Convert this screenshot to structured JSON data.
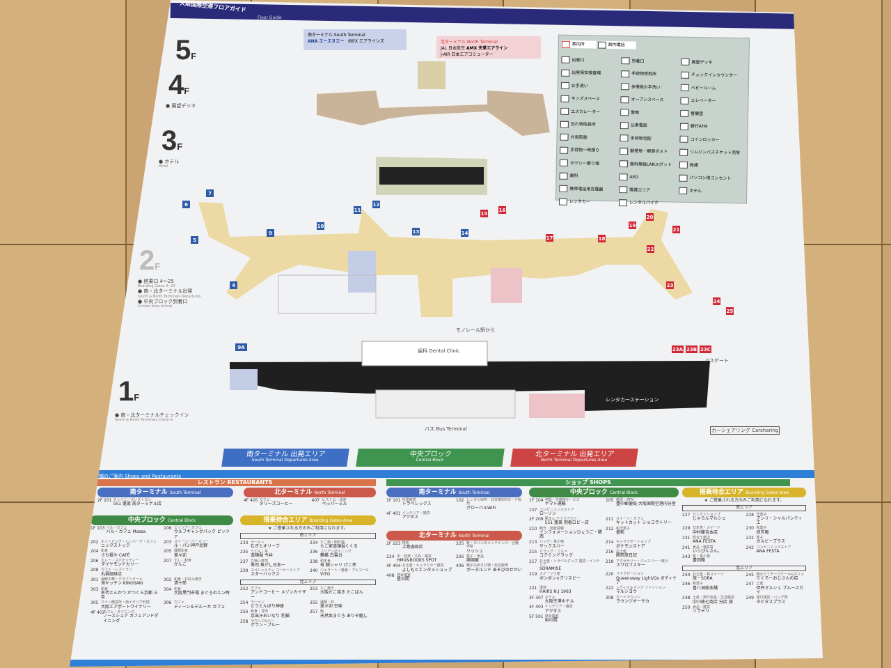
{
  "header": {
    "title": "大阪国際空港フロアガイド",
    "subtitle": "Floor Guide"
  },
  "floors": [
    {
      "level": "5",
      "suffix": "F",
      "notes": []
    },
    {
      "level": "4",
      "suffix": "F",
      "notes": [
        {
          "ja": "展望デッキ",
          "en": ""
        }
      ]
    },
    {
      "level": "3",
      "suffix": "F",
      "notes": [
        {
          "ja": "ホテル",
          "en": "Hotel"
        }
      ]
    },
    {
      "level": "2",
      "suffix": "F",
      "notes": [
        {
          "ja": "搭乗口 4〜25",
          "en": "Boarding Gates 4~25"
        },
        {
          "ja": "南・北ターミナル出発",
          "en": "South & North Terminals Departures"
        },
        {
          "ja": "中央ブロック到着口",
          "en": "Central Area Arrival"
        }
      ]
    },
    {
      "level": "1",
      "suffix": "F",
      "notes": [
        {
          "ja": "南・北ターミナルチェックイン",
          "en": "South & North Terminals Check-in"
        }
      ]
    }
  ],
  "airlines": {
    "south": {
      "title": "南ターミナル South Terminal",
      "items": [
        "ANA エーエヌエー",
        "IBEX エアラインズ"
      ]
    },
    "north": {
      "title": "北ターミナル North Terminal",
      "items": [
        "JAL 日本航空",
        "J-AIR 日本エアコミューター",
        "AMX 天草エアライン"
      ]
    }
  },
  "legend": {
    "top": [
      "案内所",
      "館内電話"
    ],
    "items": [
      "出発口",
      "到着口",
      "展望デッキ",
      "出発保安検査場",
      "手荷物受取所",
      "チェックインカウンター",
      "お手洗い",
      "多機能お手洗い",
      "ベビールーム",
      "キッズスペース",
      "オープンスペース",
      "エレベーター",
      "エスカレーター",
      "警察",
      "警備室",
      "忘れ物取扱所",
      "公衆電話",
      "銀行ATM",
      "外貨両替",
      "手荷物宅配",
      "コインロッカー",
      "手荷物一時預り",
      "郵便局・郵便ポスト",
      "リムジンバスチケット売場",
      "タクシー乗り場",
      "無料無線LANスポット",
      "救護",
      "歯科",
      "AED",
      "パソコン用コンセント",
      "携帯電話用充電器",
      "喫煙エリア",
      "ホテル",
      "レンタカー",
      "レンタルバイク"
    ]
  },
  "gates": {
    "south": [
      "4",
      "5",
      "6",
      "7",
      "9",
      "10",
      "11",
      "12",
      "13",
      "14"
    ],
    "north": [
      "15",
      "16",
      "17",
      "18",
      "19",
      "20",
      "21",
      "22",
      "23",
      "24",
      "25"
    ],
    "bus": [
      "23A",
      "23B",
      "23C",
      "9A"
    ]
  },
  "map_labels": {
    "bus_gate": "バスゲート",
    "carsharing": "カーシェアリング Carsharing",
    "rental_car": "レンタカーステーション",
    "bus_terminal": "バス Bus Terminal",
    "monorail": "モノレール駅から",
    "clinic": "歯科 Dental Clinic"
  },
  "areas": [
    {
      "ja": "南ターミナル 出発エリア",
      "en": "South Terminal Departures Area",
      "color": "#3e6fc4"
    },
    {
      "ja": "中央ブロック",
      "en": "Central Block",
      "color": "#3f9550"
    },
    {
      "ja": "北ターミナル 出発エリア",
      "en": "North Terminal Departures Area",
      "color": "#cc4444"
    }
  ],
  "directory": {
    "title": "店舗のご案内 Shops and Restaurants",
    "restaurants_label": "レストラン RESTAURANTS",
    "shops_label": "ショップ SHOPS",
    "gates_note": "★ ご搭乗される方のみご利用になれます。",
    "restaurants": [
      {
        "title": "南ターミナル",
        "en": "South Terminal",
        "color": "#4a6fc0",
        "entries": [
          {
            "n": "2F 201",
            "c": "チャイニーズレストラン",
            "nm": "551 蓬莱 南ターミナル店"
          }
        ]
      },
      {
        "title": "北ターミナル",
        "en": "North Terminal",
        "color": "#cc5a4a",
        "entries": [
          {
            "n": "4F 405",
            "c": "カフェ",
            "nm": "タリーズコーヒー"
          },
          {
            "n": "407",
            "c": "ビストロ・洋食",
            "nm": "ペッパーミル"
          }
        ]
      },
      {
        "title": "中央ブロック",
        "en": "Central Block",
        "color": "#3f8a45",
        "entries": [
          {
            "n": "1F 103",
            "c": "バル・カフェ",
            "nm": "バル・カフェ Massa"
          },
          {
            "n": "106",
            "c": "ピッツア・カフェ",
            "nm": "ウルフギャングパック ピッツァ"
          },
          {
            "n": "202",
            "c": "ホットドッグ・ハンバーグ・カフェ",
            "nm": "ニックストック"
          },
          {
            "n": "203",
            "c": "スイーツ・ベーカリー",
            "nm": "ル・パン神戸北野"
          },
          {
            "n": "204",
            "c": "和食",
            "nm": "さち福や CAFÉ"
          },
          {
            "n": "205",
            "c": "麺類和食",
            "nm": "美々卯"
          },
          {
            "n": "206",
            "c": "カレー・スパゲッティー",
            "nm": "ダイヤモンドカリー"
          },
          {
            "n": "207",
            "c": "すし・和食",
            "nm": "がんこ"
          },
          {
            "n": "208",
            "c": "カフェ・レストラン",
            "nm": "丸福珈琲店"
          },
          {
            "n": "",
            "c": "",
            "nm": ""
          },
          {
            "n": "301",
            "c": "海鮮中華・クラフトビール",
            "nm": "海キッチン KINOSAKI"
          },
          {
            "n": "302",
            "c": "和食・お好み焼き",
            "nm": "清十郎"
          },
          {
            "n": "303",
            "c": "和食",
            "nm": "名代とんかつ かつくら京都 三条"
          },
          {
            "n": "304",
            "c": "和食",
            "nm": "大阪黒門市場 まぐろのエン時"
          },
          {
            "n": "305",
            "c": "ワイン醸造所・南イタリア料理",
            "nm": "大阪エアポートワイナリー"
          },
          {
            "n": "306",
            "c": "カフェ",
            "nm": "ディーン＆デルーカ カフェ"
          },
          {
            "n": "4F 402",
            "c": "カフェ・ダイニング",
            "nm": "ノースショア カフェアンドダイニング"
          }
        ]
      },
      {
        "title": "搭乗待合エリア",
        "en": "Boarding Gates Area",
        "color": "#d8b42a",
        "subs": [
          {
            "label": "南エリア",
            "entries": [
              {
                "n": "233",
                "c": "ラーメン",
                "nm": "むぎとオリーブ"
              },
              {
                "n": "234",
                "c": "たこ焼・明石焼",
                "nm": "たこ家道頓堀くくる"
              },
              {
                "n": "235",
                "c": "うどん・丼",
                "nm": "道頓堀 今井"
              },
              {
                "n": "236",
                "c": "コリアンダイニング",
                "nm": "鶴橋 白雲台"
              },
              {
                "n": "237",
                "c": "立喰い寿司",
                "nm": "寿司 魚がし日本一"
              },
              {
                "n": "238",
                "c": "和定食",
                "nm": "寿 銀シャリ げこ亭"
              },
              {
                "n": "239",
                "c": "スペシャルティ コーヒーストア",
                "nm": "スターバックス"
              },
              {
                "n": "240",
                "c": "ジェラート・軽食・アルコール",
                "nm": "VITO"
              }
            ]
          },
          {
            "label": "北エリア",
            "entries": [
              {
                "n": "252",
                "c": "カフェ",
                "nm": "アンドコーヒー メゾンカイザー"
              },
              {
                "n": "253",
                "c": "たこ焼き",
                "nm": "大阪たこ焼き たこばん"
              },
              {
                "n": "254",
                "c": "ラーメン",
                "nm": "どうとんぼり神座"
              },
              {
                "n": "255",
                "c": "麺類・丼",
                "nm": "美々卯 空味"
              },
              {
                "n": "256",
                "c": "和食・甘味",
                "nm": "京出汁おいなり 豹猫"
              },
              {
                "n": "257",
                "c": "鮨",
                "nm": "天然本まぐろ ありそ鮨し"
              },
              {
                "n": "258",
                "c": "ラウンジ&バー",
                "nm": "グラン・ブルー"
              }
            ]
          }
        ]
      }
    ],
    "shops": [
      {
        "title": "南ターミナル",
        "en": "South Terminal",
        "color": "#4a6fc0",
        "entries": [
          {
            "n": "1F 101",
            "c": "内国両替",
            "nm": "トラベレックス"
          },
          {
            "n": "102",
            "c": "レンタルWiFi・日本用SIMカード販売",
            "nm": "グローバルWiFi"
          },
          {
            "n": "4F 401",
            "c": "インテリア・雑貨",
            "nm": "アクタス"
          }
        ]
      },
      {
        "title": "北ターミナル",
        "en": "North Terminal",
        "color": "#cc5a4a",
        "entries": [
          {
            "n": "2F 223",
            "c": "喫茶",
            "nm": "上島珈琲店"
          },
          {
            "n": "225",
            "c": "靴・カバンのメンテナンス・合鍵作製",
            "nm": "リッシュ"
          },
          {
            "n": "224",
            "c": "本・音楽・文具・雑貨",
            "nm": "HMV&BOOKS SPOT"
          },
          {
            "n": "226",
            "c": "菓子・食品",
            "nm": "諸國屋"
          },
          {
            "n": "4F 404",
            "c": "お土産・キャラクター雑貨",
            "nm": "よしもとエンタメショップ"
          },
          {
            "n": "406",
            "c": "親子のあそび場・玩具販売",
            "nm": "ボーネルンド あそびのせかい"
          },
          {
            "n": "408",
            "c": "貸会議室",
            "nm": "星の間"
          }
        ]
      },
      {
        "title": "中央ブロック",
        "en": "Central Block",
        "color": "#3f8a45",
        "entries": [
          {
            "n": "1F 104",
            "c": "宅配・手荷物サービス",
            "nm": "ヤマト運輸"
          },
          {
            "n": "105",
            "c": "郵便・ATM",
            "nm": "豊中郵便局 大阪国際空港内分室"
          },
          {
            "n": "107",
            "c": "コンビニエンスストア",
            "nm": "ローソン"
          },
          {
            "n": "",
            "c": "",
            "nm": ""
          },
          {
            "n": "2F 209",
            "c": "豚まん テイクアウト",
            "nm": "551 蓬莱 到着ロビー店"
          },
          {
            "n": "211",
            "c": "スイーツ・カフェ",
            "nm": "キットカット ショコラトリー"
          },
          {
            "n": "210",
            "c": "観光・物産情報",
            "nm": "インフォメーションひょうご・関西"
          },
          {
            "n": "212",
            "c": "和洋菓子",
            "nm": "墨粉"
          },
          {
            "n": "213",
            "c": "バッグ・革小物",
            "nm": "サックスバー"
          },
          {
            "n": "214",
            "c": "キャラクターショップ",
            "nm": "ポケモンストア"
          },
          {
            "n": "215",
            "c": "ドラッグ・コスメ",
            "nm": "コクミンドラッグ"
          },
          {
            "n": "216",
            "c": "お土産",
            "nm": "関西旅日記"
          },
          {
            "n": "217",
            "c": "お土産・トラベルグッズ 雑貨・インテリア",
            "nm": "SORAMISE"
          },
          {
            "n": "218",
            "c": "アクセサリー・ジュエリー・時計",
            "nm": "スワロフスキー"
          },
          {
            "n": "219",
            "c": "スイーツ土産",
            "nm": "ボンボン×クリスピー"
          },
          {
            "n": "220",
            "c": "リラクゼーション",
            "nm": "Queensway Light/Qs ボディケア"
          },
          {
            "n": "221",
            "c": "理容",
            "nm": "HAIRS N.J 1963"
          },
          {
            "n": "222",
            "c": "レディス＆メンズ ファッション",
            "nm": "マルシヨウ"
          },
          {
            "n": "3F 307",
            "c": "ホテル",
            "nm": "大阪空港ホテル"
          },
          {
            "n": "308",
            "c": "カードラウンジ",
            "nm": "ラウンジオーサカ"
          },
          {
            "n": "4F 403",
            "c": "インテリア・雑貨",
            "nm": "アクタス"
          },
          {
            "n": "",
            "c": "",
            "nm": ""
          },
          {
            "n": "5F 501",
            "c": "貸会議室",
            "nm": "宙の間"
          }
        ]
      },
      {
        "title": "搭乗待合エリア",
        "en": "Boarding Gates Area",
        "color": "#d8b42a",
        "subs": [
          {
            "label": "南エリア",
            "entries": [
              {
                "n": "227",
                "c": "セレクトショップ",
                "nm": "じゃらんマルシェ"
              },
              {
                "n": "228",
                "c": "洋菓子",
                "nm": "アンリ・シャルパンティエ"
              },
              {
                "n": "229",
                "c": "日本茶・スイーツ",
                "nm": "中村藤吉本店"
              },
              {
                "n": "230",
                "c": "和菓子",
                "nm": "浪芳庵"
              },
              {
                "n": "231",
                "c": "総合土産店",
                "nm": "ANA FESTA"
              },
              {
                "n": "232",
                "c": "菓子",
                "nm": "カルビープラス"
              },
              {
                "n": "241",
                "c": "食品・雑貨等",
                "nm": "いっぴんさん。"
              },
              {
                "n": "242",
                "c": "コンビニエンスストア",
                "nm": "ANA FESTA"
              },
              {
                "n": "243",
                "c": "靴・革小物",
                "nm": "豊岡鞄"
              }
            ]
          },
          {
            "label": "北エリア",
            "entries": [
              {
                "n": "244",
                "c": "お土産・和スイーツ",
                "nm": "旅・SORA"
              },
              {
                "n": "245",
                "c": "焼きたてチーズケーキ&カフェ",
                "nm": "りくろーおじさんの店"
              },
              {
                "n": "246",
                "c": "和菓子",
                "nm": "喜八洲総本舗"
              },
              {
                "n": "247",
                "c": "土産",
                "nm": "伊丹マルシェ ブルースカイ"
              },
              {
                "n": "248",
                "c": "土産・旅行用品・生活雑貨",
                "nm": "中川政七商店 分店 旅"
              },
              {
                "n": "249",
                "c": "旅行雑貨・バッグ類",
                "nm": "タビタスプラス"
              },
              {
                "n": "250",
                "c": "食品・雑貨",
                "nm": "ソラテリ"
              }
            ]
          }
        ]
      }
    ]
  }
}
